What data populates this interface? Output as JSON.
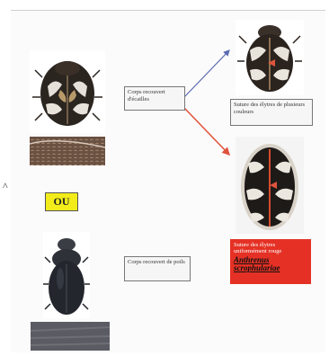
{
  "labels": {
    "scales_box": "Corps recouvert d'écailles",
    "hairs_box": "Corps recouvert de poils",
    "ou": "OU",
    "multicolor_suture": "Suture des élytres de plusieurs couleurs",
    "red_suture": "Suture des élytres uniformément rouge",
    "species": "Anthrenus scrophulariae",
    "caret": "^"
  },
  "colors": {
    "arrow_blue": "#5a6bb0",
    "arrow_red": "#e0533c",
    "ou_background": "#f2ec1a",
    "red_box_background": "#e53125"
  }
}
